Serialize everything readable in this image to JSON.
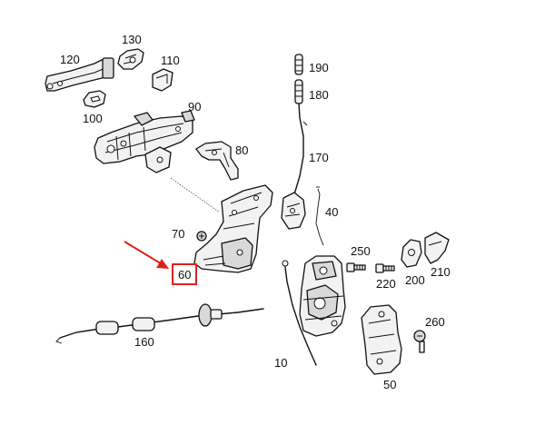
{
  "parts": [
    {
      "key": "p10",
      "label": "10"
    },
    {
      "key": "p40",
      "label": "40"
    },
    {
      "key": "p50",
      "label": "50"
    },
    {
      "key": "p60",
      "label": "60"
    },
    {
      "key": "p70",
      "label": "70"
    },
    {
      "key": "p80",
      "label": "80"
    },
    {
      "key": "p90",
      "label": "90"
    },
    {
      "key": "p100",
      "label": "100"
    },
    {
      "key": "p110",
      "label": "110"
    },
    {
      "key": "p120",
      "label": "120"
    },
    {
      "key": "p130",
      "label": "130"
    },
    {
      "key": "p160",
      "label": "160"
    },
    {
      "key": "p170",
      "label": "170"
    },
    {
      "key": "p180",
      "label": "180"
    },
    {
      "key": "p190",
      "label": "190"
    },
    {
      "key": "p200",
      "label": "200"
    },
    {
      "key": "p210",
      "label": "210"
    },
    {
      "key": "p220",
      "label": "220"
    },
    {
      "key": "p250",
      "label": "250"
    },
    {
      "key": "p260",
      "label": "260"
    }
  ],
  "highlight": {
    "part": "60",
    "color": "#e02020"
  }
}
